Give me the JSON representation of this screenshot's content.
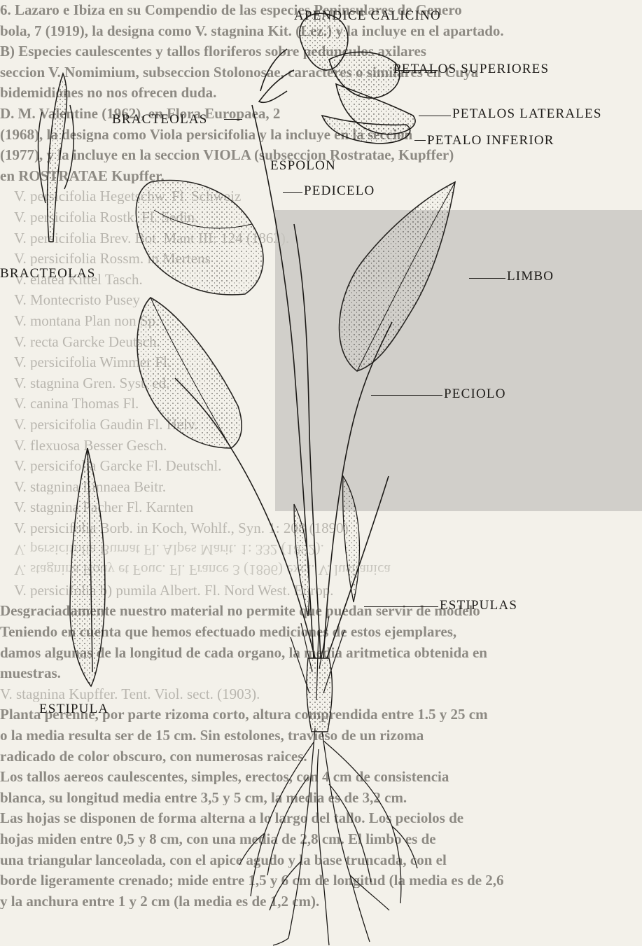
{
  "labels": {
    "apendice_calicino": "APENDICE CALICINO",
    "petalos_superiores": "PETALOS SUPERIORES",
    "bracteolas_main": "BRACTEOLAS",
    "petalos_laterales": "PETALOS LATERALES",
    "petalo_inferior": "PETALO INFERIOR",
    "espolon": "ESPOLON",
    "pedicelo": "PEDICELO",
    "bracteolas_detail": "BRACTEOLAS",
    "limbo": "LIMBO",
    "peciolo": "PECIOLO",
    "estipulas": "ESTIPULAS",
    "estipula_detail": "ESTIPULA"
  },
  "background_text": {
    "lines": [
      "6. Lazaro e Ibiza en su Compendio de las especies Peninsulares de Genero",
      "bola, 7 (1919), la designa como V. stagnina Kit. (Lez.) y la incluye en el apartado.",
      "B) Especies caulescentes y tallos floriferos sobre pedunculos axilares",
      "seccion V. Nomimium, subseccion Stolonosae, caracteres o similares en Cuya",
      "bidemidiones no nos ofrecen duda.",
      "D. M. Valentine (1962), en Flora Europaea, 2",
      "(1968), la designa como Viola persicifolia y la incluye en la seccion",
      "(1977), y la incluye en la seccion VIOLA (subseccion Rostratae, Kupffer)",
      "en ROSTRATAE Kupffer.",
      "V. persicifolia Hegetschw. Fl. Schweiz",
      "V. persicifolia Rostk. Fl. Sedin.",
      "V. persicifolia Brev. Bot. Mant III: 124 (1862).",
      "V. persicifolia Rossm. in Mertens",
      "V. elatea Kittel Tasch.",
      "V. Montecristo Pusey",
      "V. montana Plan non Sp.",
      "V. recta Garcke Deutsch.",
      "V. persicifolia Wimmer Fl.",
      "V. stagnina Gren. Syst. ed.",
      "V. canina Thomas Fl.",
      "V. persicifolia Gaudin Fl. Helv.",
      "V. flexuosa Besser Gesch.",
      "V. persicifolia Garcke Fl. Deutschl.",
      "V. stagnina Linnaea Beitr.",
      "V. stagnina Pacher Fl. Karnten",
      "V. persicifolia Borb. in Koch, Wohlf., Syn. 1: 208 (1890)",
      "V. persicifolia Burnat Fl. Alpes Marit. 1: 332 (1892).",
      "V. stagnina Rouy et Fouc. Fl. France 3 (1896) excl. V. lusitanica",
      "V. persicifolia b) pumila Albert. Fl. Nord West. Europ.",
      "Desgraciadamente nuestro material no permite que puedan servir de modelo",
      "Teniendo en cuenta que hemos efectuado mediciones de estos ejemplares,",
      "damos algunas de la longitud de cada organo, la media aritmetica obtenida en",
      "muestras.",
      "V. stagnina Kupffer. Tent. Viol. sect. (1903).",
      "Planta perenne, por parte rizoma corto, altura comprendida entre 1.5 y 25 cm",
      "o la media resulta ser de 15 cm. Sin estolones, travieso de un rizoma",
      "radicado de color obscuro, con numerosas raices.",
      "Los tallos aereos caulescentes, simples, erectos, con 4 cm de consistencia",
      "blanca, su longitud media entre 3,5 y 5 cm, la media es de 3,2 cm.",
      "Las hojas se disponen de forma alterna a lo largo del tallo. Los peciolos de",
      "hojas miden entre 0,5 y 8 cm, con una media de 2,8 cm. El limbo es de",
      "una triangular lanceolada, con el apice agudo y la base truncada, con el",
      "borde ligeramente crenado; mide entre 1,5 y 6 cm de longitud (la media es de 2,6",
      "y la anchura entre 1 y 2 cm (la media es de 1,2 cm)."
    ]
  },
  "colors": {
    "ink": "#1d1b18",
    "paper": "#f3f1ea",
    "overlay": "#c7c5c0"
  }
}
